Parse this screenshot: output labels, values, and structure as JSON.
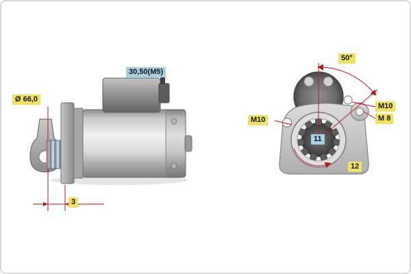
{
  "colors": {
    "label_yellow": "#f0e160",
    "label_blue": "#a9cfe5",
    "dimension_red": "#c1121f"
  },
  "side_view": {
    "flange_diameter_label": "Ø 66,0",
    "solenoid_thread_label": "30,50(M5)",
    "pinion_clearance_label": "3"
  },
  "front_view": {
    "swing_angle_label": "50°",
    "mount_hole_left_label": "M10",
    "mount_hole_right_label": "M10",
    "mount_hole_small_label": "M 8",
    "pinion_tooth_count_label": "11",
    "flange_thickness_label": "12"
  }
}
